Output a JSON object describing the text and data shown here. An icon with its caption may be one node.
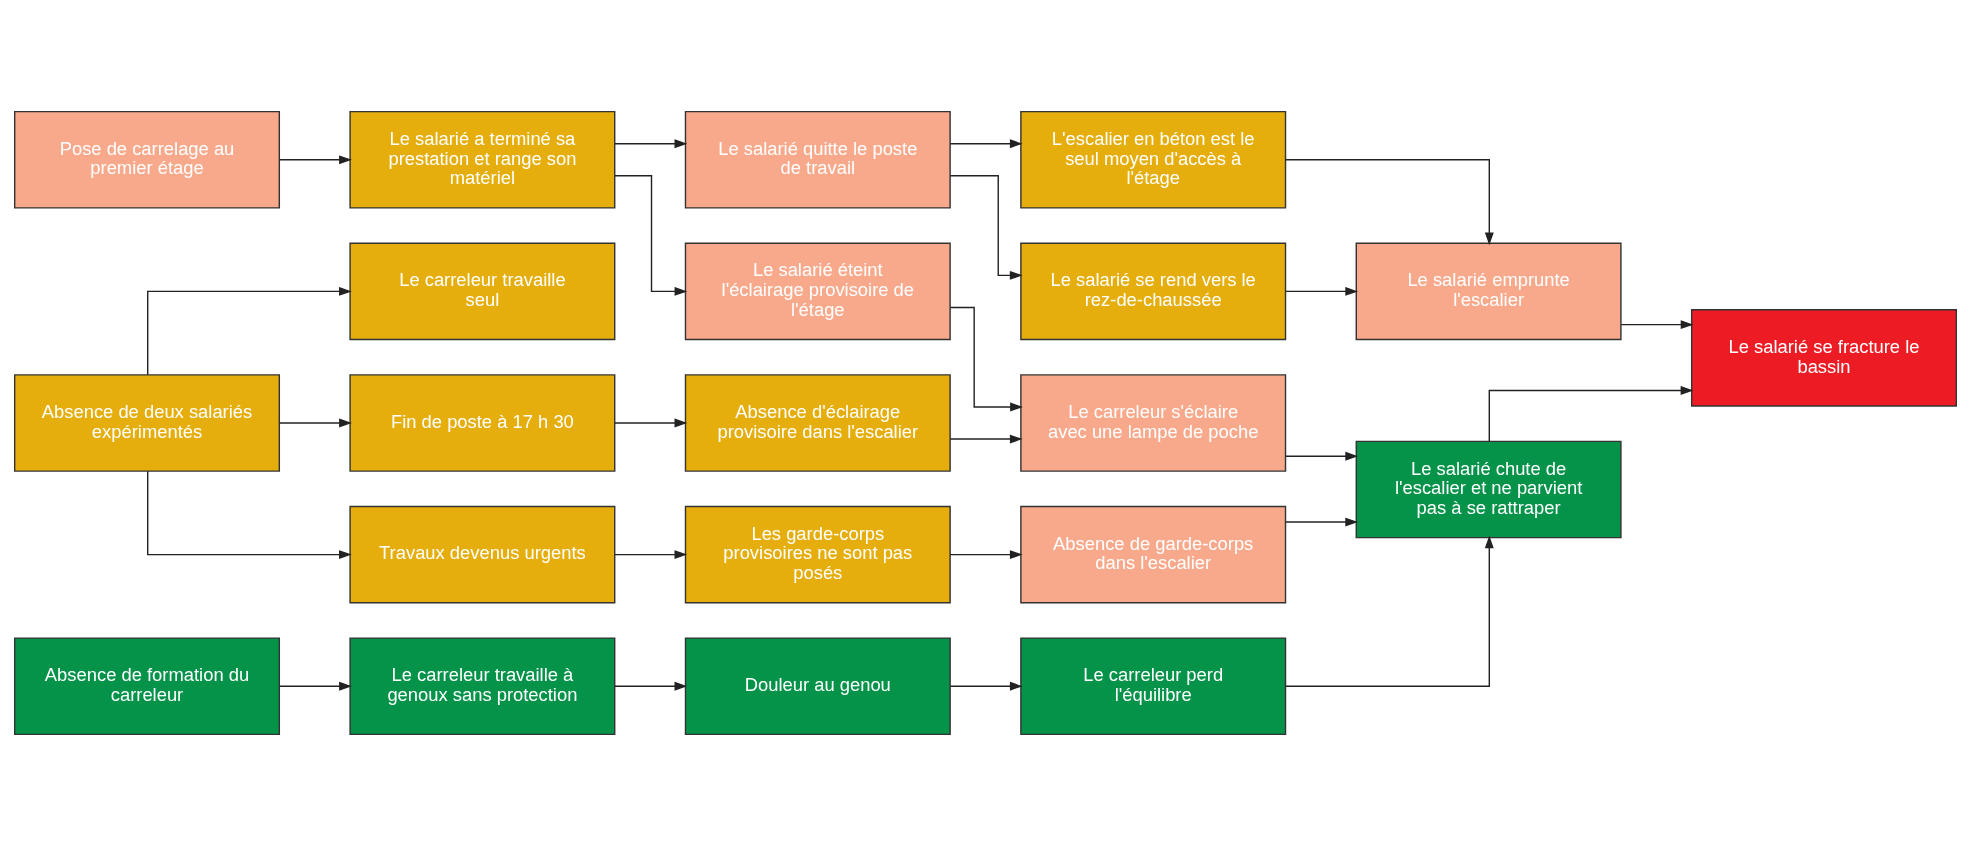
{
  "diagram": {
    "nodes": [
      {
        "text": [
          "Pose de carrelage au premier étage"
        ]
      },
      {
        "text": [
          "Le salarié a terminé sa prestation et range son matériel"
        ]
      },
      {
        "text": [
          "Le salarié quitte le poste de travail"
        ]
      },
      {
        "text": [
          "Le salarié éteint l'éclairage provisoire de l'étage"
        ]
      },
      {
        "text": [
          "L'escalier en béton est le seul moyen d'accès à l'étage"
        ]
      },
      {
        "text": [
          "Le salarié se rend vers le rez-de-chaussée"
        ]
      },
      {
        "text": [
          "Le salarié emprunte l'escalier"
        ]
      },
      {
        "text": [
          "Le salarié se fracture le bassin"
        ]
      },
      {
        "text": [
          "Absence de deux salariés expérimentés"
        ]
      },
      {
        "text": [
          "Le carreleur travaille seul"
        ]
      },
      {
        "text": [
          "Fin de poste à 17 h 30"
        ]
      },
      {
        "text": [
          "Travaux devenus urgents"
        ]
      },
      {
        "text": [
          "Absence d'éclairage provisoire dans l'escalier"
        ]
      },
      {
        "text": [
          "Le carreleur s'éclaire avec une lampe de poche"
        ]
      },
      {
        "text": [
          "Le salarié chute de l'escalier et ne parvient pas à se rattraper"
        ]
      },
      {
        "text": [
          "Les garde-corps provisoires ne sont pas posés"
        ]
      },
      {
        "text": [
          "Absence de garde-corps dans l'escalier"
        ]
      },
      {
        "text": [
          "Absence de formation du carreleur"
        ]
      },
      {
        "text": [
          "Le carreleur travaille à genoux sans protection"
        ]
      },
      {
        "text": [
          "Douleur au genou"
        ]
      },
      {
        "text": [
          "Le carreleur perd l'équilibre"
        ]
      }
    ],
    "edges": [
      {
        "from": 0,
        "to": 1,
        "arrow": "to"
      },
      {
        "from": 1,
        "to": 2,
        "arrow": "to"
      },
      {
        "from": 1,
        "to": 3,
        "arrow": "to"
      },
      {
        "from": 2,
        "to": 4,
        "arrow": "to"
      },
      {
        "from": 2,
        "to": 5,
        "arrow": "to"
      },
      {
        "from": 4,
        "to": 6,
        "arrow": "to"
      },
      {
        "from": 5,
        "to": 6,
        "arrow": "to"
      },
      {
        "from": 6,
        "to": 7,
        "arrow": "to"
      },
      {
        "from": 14,
        "to": 7,
        "arrow": "to"
      },
      {
        "from": 8,
        "to": 9,
        "arrow": "to"
      },
      {
        "from": 8,
        "to": 10,
        "arrow": "to"
      },
      {
        "from": 8,
        "to": 11,
        "arrow": "to"
      },
      {
        "from": 10,
        "to": 12,
        "arrow": "to"
      },
      {
        "from": 3,
        "to": 13,
        "arrow": "to"
      },
      {
        "from": 12,
        "to": 13,
        "arrow": "to"
      },
      {
        "from": 11,
        "to": 15,
        "arrow": "to"
      },
      {
        "from": 15,
        "to": 16,
        "arrow": "to"
      },
      {
        "from": 13,
        "to": 14,
        "arrow": "to"
      },
      {
        "from": 16,
        "to": 14,
        "arrow": "to"
      },
      {
        "from": 20,
        "to": 14,
        "arrow": "to"
      },
      {
        "from": 17,
        "to": 18,
        "arrow": "to"
      },
      {
        "from": 18,
        "to": 19,
        "arrow": "to"
      },
      {
        "from": 19,
        "to": 20,
        "arrow": "to"
      }
    ]
  }
}
